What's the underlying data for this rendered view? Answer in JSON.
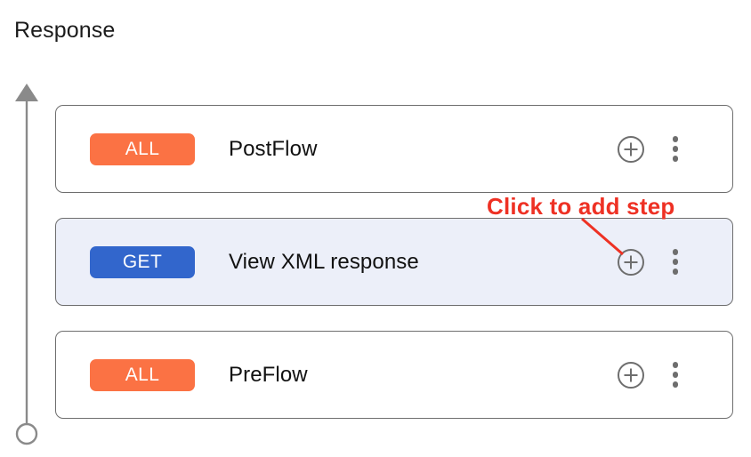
{
  "page": {
    "title": "Response",
    "background_color": "#ffffff"
  },
  "timeline": {
    "name": "flow-direction-axis",
    "line_color": "#8a8a8a",
    "arrow_direction": "up",
    "endpoint_shape": "circle"
  },
  "colors": {
    "badge_all": "#fb7244",
    "badge_get": "#3266cc",
    "selected_row_background": "#eceff9",
    "card_border": "#6e6e6e",
    "icon_gray": "#6e6e6e",
    "annotation_red": "#ee3124"
  },
  "flow": {
    "steps": [
      {
        "method": "ALL",
        "method_style": "all",
        "name": "PostFlow",
        "selected": false,
        "add_icon": "plus-circle-icon",
        "menu_icon": "kebab-menu-icon"
      },
      {
        "method": "GET",
        "method_style": "get",
        "name": "View XML response",
        "selected": true,
        "add_icon": "plus-circle-icon",
        "menu_icon": "kebab-menu-icon"
      },
      {
        "method": "ALL",
        "method_style": "all",
        "name": "PreFlow",
        "selected": false,
        "add_icon": "plus-circle-icon",
        "menu_icon": "kebab-menu-icon"
      }
    ]
  },
  "annotation": {
    "text": "Click to add step",
    "color": "#ee3124",
    "points_to": "plus-circle-icon-row-2"
  }
}
